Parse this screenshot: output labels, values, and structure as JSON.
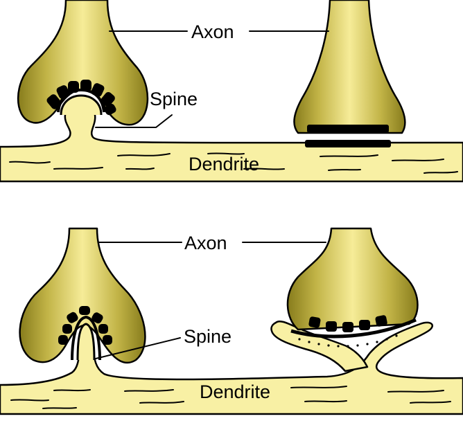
{
  "labels": {
    "top_axon": "Axon",
    "top_spine": "Spine",
    "top_dendrite": "Dendrite",
    "bottom_axon": "Axon",
    "bottom_spine": "Spine",
    "bottom_dendrite": "Dendrite"
  },
  "colors": {
    "cell_fill": "#f8f0a4",
    "bouton_edge": "#8a7e1c",
    "bouton_center": "#f5ea96",
    "outline": "#000000",
    "vesicle": "#000000"
  }
}
